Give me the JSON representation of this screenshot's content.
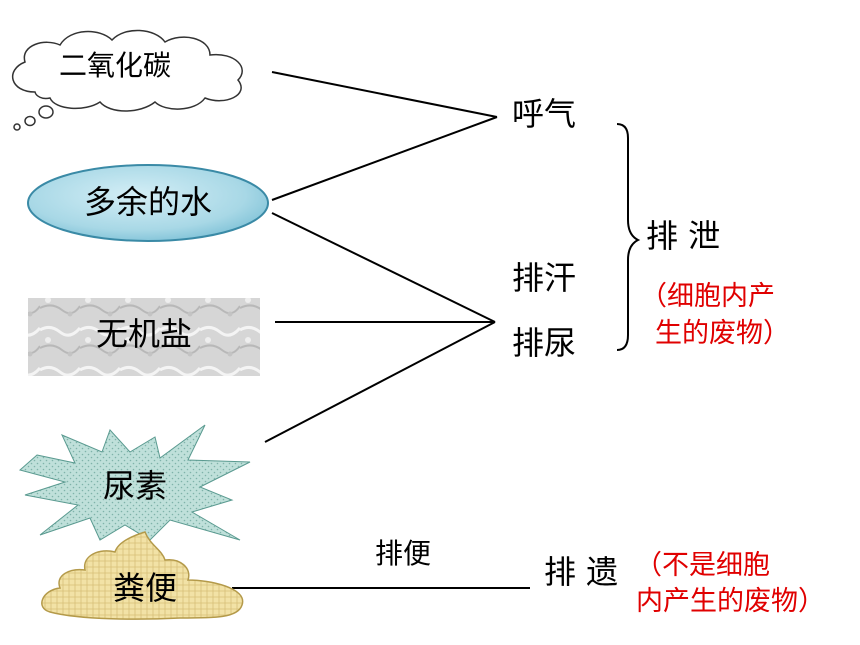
{
  "sources": [
    {
      "id": "co2",
      "label": "二氧化碳",
      "shape": "cloud"
    },
    {
      "id": "water",
      "label": "多余的水",
      "shape": "ellipse"
    },
    {
      "id": "salt",
      "label": "无机盐",
      "shape": "rectangle"
    },
    {
      "id": "urea",
      "label": "尿素",
      "shape": "starburst"
    },
    {
      "id": "feces",
      "label": "粪便",
      "shape": "poop"
    }
  ],
  "routes": [
    {
      "id": "breath",
      "label": "呼气"
    },
    {
      "id": "sweat",
      "label": "排汗"
    },
    {
      "id": "urine",
      "label": "排尿"
    }
  ],
  "excretion": {
    "label": "排 泄",
    "note_line1": "（细胞内产",
    "note_line2": "生的废物）"
  },
  "egestion": {
    "edge_label": "排便",
    "label": "排 遗",
    "note_line1": "（不是细胞",
    "note_line2": "内产生的废物）"
  },
  "colors": {
    "note_red": "#e00000",
    "water_fill": "#a8d8e6",
    "salt_fill": "#d6d6d6",
    "urea_fill": "#bfe0da",
    "poop_fill": "#f2e2a6"
  }
}
